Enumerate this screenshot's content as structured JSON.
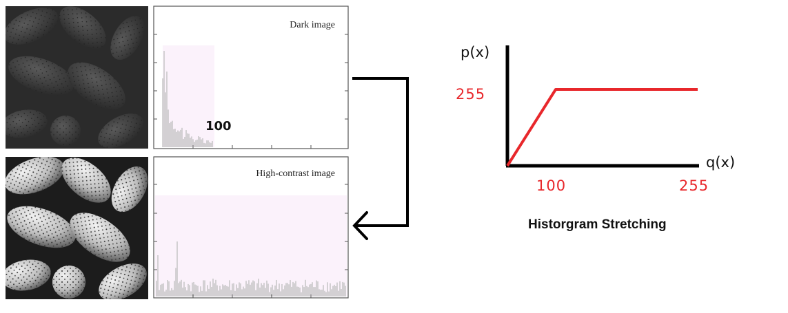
{
  "panels": {
    "dark": {
      "title": "Dark image",
      "annotation": "100"
    },
    "high_contrast": {
      "title": "High-contrast image"
    }
  },
  "mapping_graph": {
    "y_axis_label": "p(x)",
    "x_axis_label": "q(x)",
    "y_tick_label": "255",
    "x_tick_labels": [
      "100",
      "255"
    ],
    "line_color": "#e8272b",
    "axis_color": "#000000"
  },
  "caption": "Historgram Stretching",
  "colors": {
    "histogram_bar": "#b9b9b9",
    "histogram_region": "#fbf2fb",
    "annotation_red": "#e8272b"
  }
}
